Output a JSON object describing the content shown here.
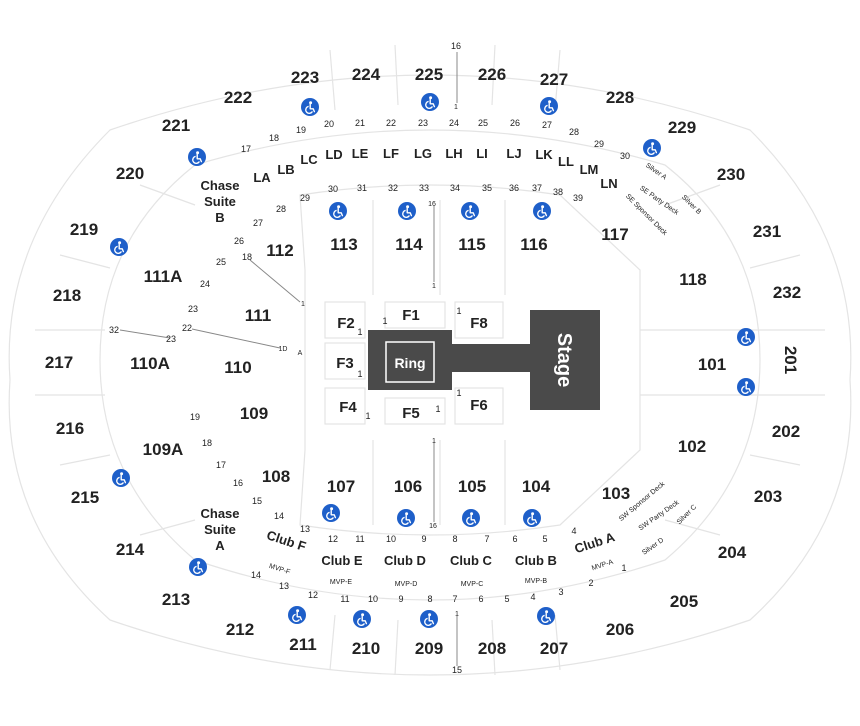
{
  "stage": {
    "label": "Stage"
  },
  "ring": {
    "label": "Ring"
  },
  "floor": [
    "F1",
    "F2",
    "F3",
    "F4",
    "F5",
    "F6",
    "F8"
  ],
  "upper": [
    "201",
    "202",
    "203",
    "204",
    "205",
    "206",
    "207",
    "208",
    "209",
    "210",
    "211",
    "212",
    "213",
    "214",
    "215",
    "216",
    "217",
    "218",
    "219",
    "220",
    "221",
    "222",
    "223",
    "224",
    "225",
    "226",
    "227",
    "228",
    "229",
    "230",
    "231",
    "232"
  ],
  "lower": [
    "101",
    "102",
    "103",
    "104",
    "105",
    "106",
    "107",
    "108",
    "109",
    "109A",
    "110",
    "110A",
    "111",
    "111A",
    "112",
    "113",
    "114",
    "115",
    "116",
    "117",
    "118"
  ],
  "suites": [
    "LA",
    "LB",
    "LC",
    "LD",
    "LE",
    "LF",
    "LG",
    "LH",
    "LI",
    "LJ",
    "LK",
    "LL",
    "LM",
    "LN"
  ],
  "clubs": [
    "Club A",
    "Club B",
    "Club C",
    "Club D",
    "Club E",
    "Club F"
  ],
  "chase_suite_b": [
    "Chase",
    "Suite",
    "B"
  ],
  "chase_suite_a": [
    "Chase",
    "Suite",
    "A"
  ],
  "mvp": [
    "MVP-A",
    "MVP-B",
    "MVP-C",
    "MVP-D",
    "MVP-E",
    "MVP-F"
  ],
  "decks": {
    "silver_a": "Silver A",
    "silver_b": "Silver B",
    "silver_c": "Silver C",
    "silver_d": "Silver D",
    "se_party": "SE Party Deck",
    "se_sponsor": "SE Sponsor Deck",
    "sw_party": "SW Party Deck",
    "sw_sponsor": "SW Sponsor Deck"
  },
  "row_labels": {
    "top_rows": [
      "19",
      "20",
      "21",
      "22",
      "23",
      "24",
      "25",
      "26",
      "27",
      "28",
      "29",
      "30"
    ],
    "top_lower": [
      "29",
      "30",
      "31",
      "32",
      "33",
      "34",
      "35",
      "36",
      "37",
      "38",
      "39"
    ],
    "left_rows": [
      "17",
      "18",
      "27",
      "28",
      "26",
      "25",
      "24",
      "23",
      "22",
      "1D",
      "A",
      "32",
      "23",
      "18",
      "1",
      "19",
      "18",
      "17",
      "16",
      "15",
      "14",
      "13",
      "14",
      "13",
      "12"
    ],
    "bottom_rows": [
      "12",
      "11",
      "10",
      "9",
      "8",
      "7",
      "6",
      "5",
      "4",
      "11",
      "10",
      "9",
      "8",
      "7",
      "6",
      "5",
      "4",
      "3",
      "2",
      "1"
    ],
    "pins": [
      "16",
      "1",
      "16",
      "1",
      "1",
      "16",
      "1",
      "15",
      "1",
      "1",
      "1",
      "1",
      "1",
      "1"
    ]
  }
}
